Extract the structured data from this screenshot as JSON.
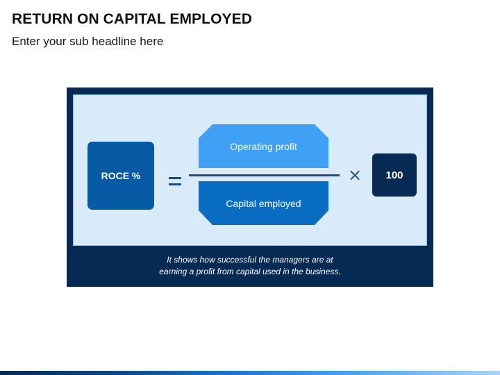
{
  "slide": {
    "title": "RETURN ON CAPITAL EMPLOYED",
    "subtitle": "Enter your sub headline here"
  },
  "formula": {
    "result_label": "ROCE %",
    "equals_symbol": "=",
    "numerator": "Operating profit",
    "denominator": "Capital employed",
    "multiply_symbol": "×",
    "multiplier": "100"
  },
  "caption": {
    "line1": "It shows how successful the managers are at",
    "line2": "earning a profit from capital used in the business."
  },
  "colors": {
    "panel_dark": "#062a53",
    "panel_light": "#d9eaf9",
    "box_blue": "#075ba4",
    "numerator_blue": "#3fa0f5",
    "denominator_blue": "#0a6dc4"
  }
}
